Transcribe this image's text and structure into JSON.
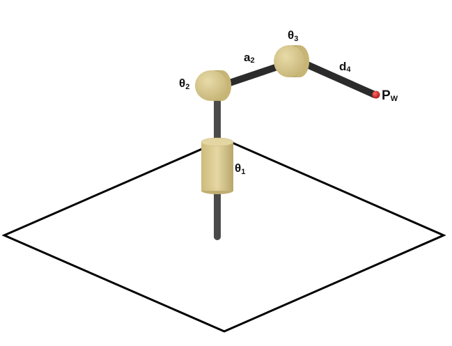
{
  "diagram": {
    "labels": {
      "theta1": {
        "main": "θ",
        "sub": "1"
      },
      "theta2": {
        "main": "θ",
        "sub": "2"
      },
      "theta3": {
        "main": "θ",
        "sub": "3"
      },
      "a2": {
        "main": "a",
        "sub": "2"
      },
      "d4": {
        "main": "d",
        "sub": "4"
      },
      "pw": {
        "main": "P",
        "sub": "W"
      }
    },
    "colors": {
      "link": "#2b2b2b",
      "joint_body": "#d9c98f",
      "joint_cap": "#cbbb7e",
      "joint_shade": "#a8985e",
      "end_effector": "#cc2020",
      "ground_outline": "#000000"
    }
  }
}
